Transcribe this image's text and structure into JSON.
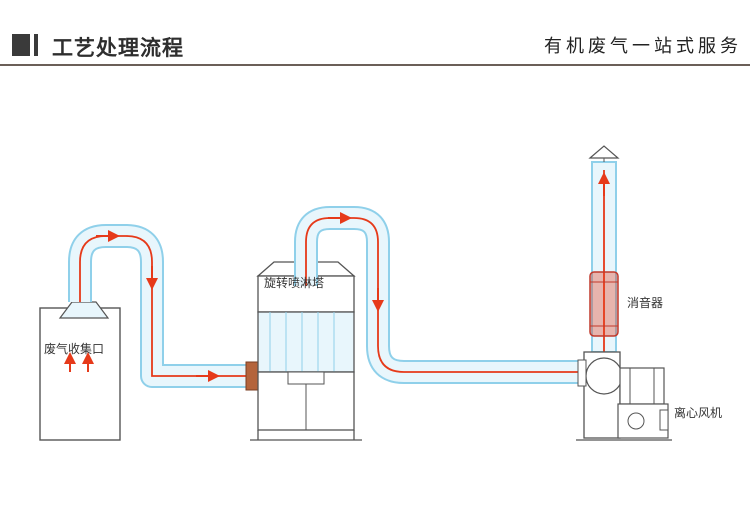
{
  "header": {
    "title": "工艺处理流程",
    "slogan": "有机废气一站式服务"
  },
  "labels": {
    "collector": "废气收集口",
    "tower": "旋转喷淋塔",
    "silencer": "消音器",
    "fan": "离心风机"
  },
  "colors": {
    "duct_fill": "#e8f6fc",
    "duct_stroke": "#8fd0ea",
    "flow_line": "#e63a1a",
    "equipment_stroke": "#555555",
    "header_rule": "#6b5f58"
  }
}
